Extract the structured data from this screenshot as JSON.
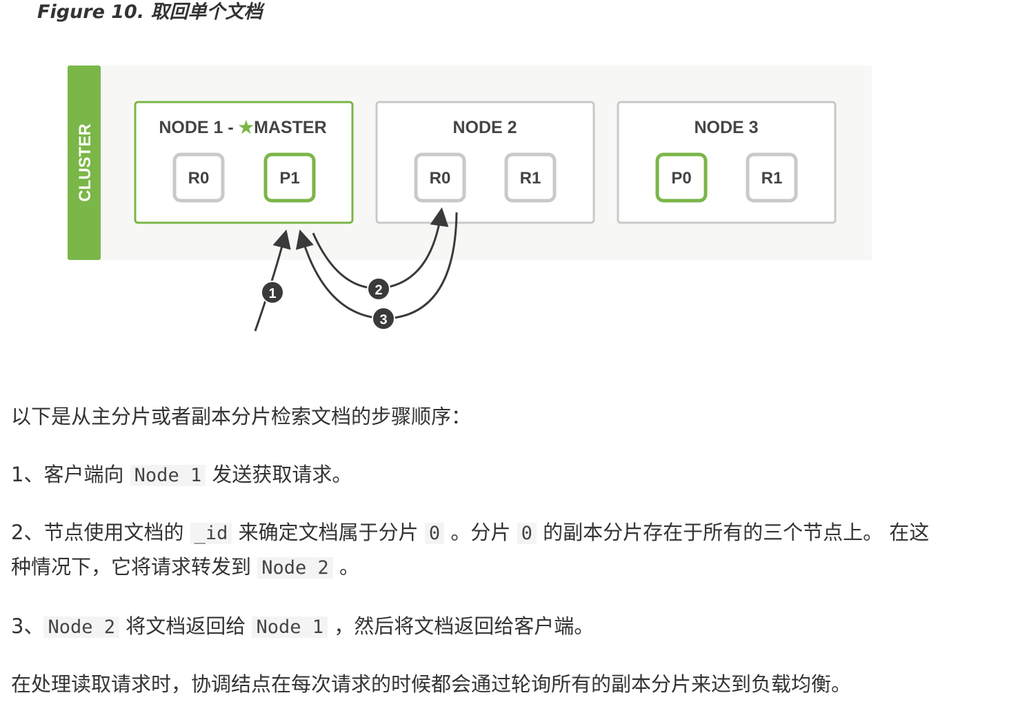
{
  "caption": "Figure 10. 取回单个文档",
  "diagram": {
    "cluster_label": "CLUSTER",
    "nodes": [
      {
        "name_prefix": "NODE 1 - ",
        "star": "★",
        "name_suffix": "MASTER",
        "shards": [
          "R0",
          "P1"
        ]
      },
      {
        "name": "NODE 2",
        "shards": [
          "R0",
          "R1"
        ]
      },
      {
        "name": "NODE 3",
        "shards": [
          "P0",
          "R1"
        ]
      }
    ],
    "steps": [
      "1",
      "2",
      "3"
    ],
    "colors": {
      "green": "#7ab648",
      "gray": "#c9c9c9",
      "dark": "#3a3a3a",
      "bg": "#f7f8f5"
    }
  },
  "text": {
    "intro": "以下是从主分片或者副本分片检索文档的步骤顺序：",
    "s1": {
      "pre": "1、客户端向 ",
      "code": "Node 1",
      "post": " 发送获取请求。"
    },
    "s2": {
      "a": "2、节点使用文档的 ",
      "c1": "_id",
      "b": " 来确定文档属于分片 ",
      "c2": "0",
      "c": " 。分片 ",
      "c3": "0",
      "d": " 的副本分片存在于所有的三个节点上。 在这",
      "e": "种情况下，它将请求转发到 ",
      "c4": "Node 2",
      "f": " 。"
    },
    "s3": {
      "a": "3、",
      "c1": "Node 2",
      "b": " 将文档返回给 ",
      "c2": "Node 1",
      "c": " ，然后将文档返回给客户端。"
    },
    "last": "在处理读取请求时，协调结点在每次请求的时候都会通过轮询所有的副本分片来达到负载均衡。"
  }
}
